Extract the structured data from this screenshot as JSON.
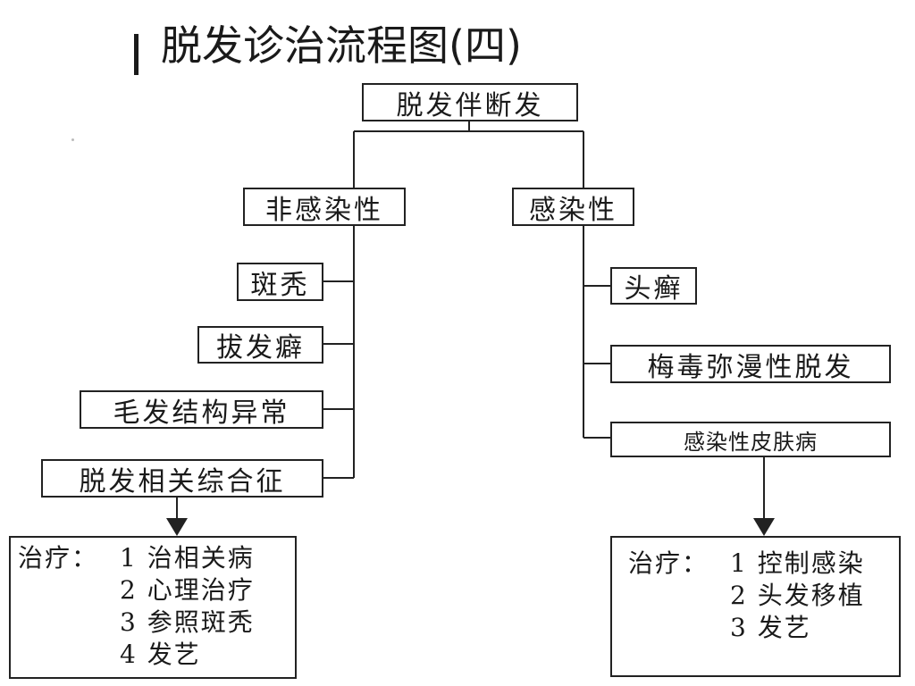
{
  "title": "脱发诊治流程图(四)",
  "root": "脱发伴断发",
  "left": {
    "label": "非感染性",
    "items": [
      "斑秃",
      "拔发癖",
      "毛发结构异常",
      "脱发相关综合征"
    ],
    "treatment": {
      "label": "治疗：",
      "items": [
        "1 治相关病",
        "2 心理治疗",
        "3 参照斑秃",
        "4 发艺"
      ]
    }
  },
  "right": {
    "label": "感染性",
    "items": [
      "头癣",
      "梅毒弥漫性脱发",
      "感染性皮肤病"
    ],
    "treatment": {
      "label": "治疗：",
      "items": [
        "1 控制感染",
        "2 头发移植",
        "3 发艺"
      ]
    }
  }
}
